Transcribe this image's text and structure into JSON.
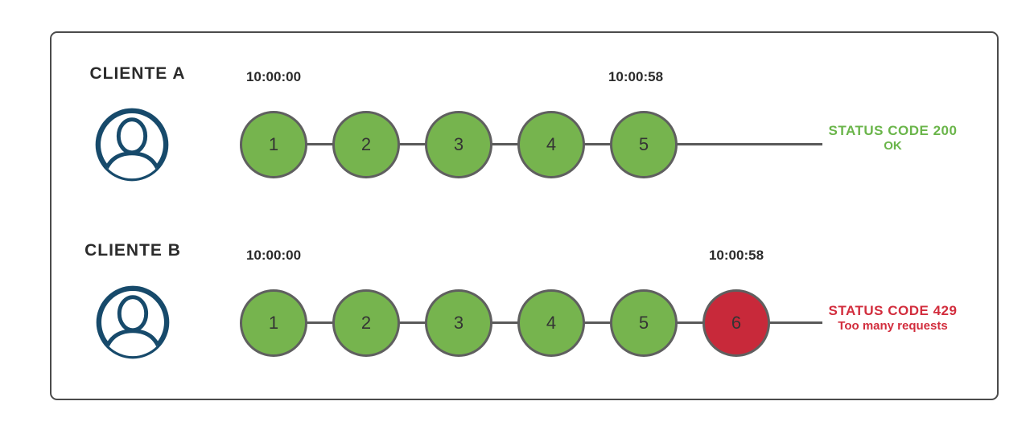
{
  "colors": {
    "success": "#76b44e",
    "error": "#c8293a",
    "node_border": "#5f5f5f",
    "connector": "#595959",
    "frame_border": "#4b4b4b",
    "text_dark": "#2b2b2b",
    "status_ok": "#6ab54a",
    "status_error": "#d22d3d",
    "avatar": "#174a6b"
  },
  "rows": [
    {
      "client": "CLIENTE A",
      "start_time": "10:00:00",
      "end_time": "10:00:58",
      "status_type": "ok",
      "status_code_line": "STATUS CODE 200",
      "status_message_line": "OK",
      "requests": [
        {
          "n": "1",
          "status": "ok"
        },
        {
          "n": "2",
          "status": "ok"
        },
        {
          "n": "3",
          "status": "ok"
        },
        {
          "n": "4",
          "status": "ok"
        },
        {
          "n": "5",
          "status": "ok"
        }
      ]
    },
    {
      "client": "CLIENTE B",
      "start_time": "10:00:00",
      "end_time": "10:00:58",
      "status_type": "error",
      "status_code_line": "STATUS CODE 429",
      "status_message_line": "Too many requests",
      "requests": [
        {
          "n": "1",
          "status": "ok"
        },
        {
          "n": "2",
          "status": "ok"
        },
        {
          "n": "3",
          "status": "ok"
        },
        {
          "n": "4",
          "status": "ok"
        },
        {
          "n": "5",
          "status": "ok"
        },
        {
          "n": "6",
          "status": "error"
        }
      ]
    }
  ]
}
